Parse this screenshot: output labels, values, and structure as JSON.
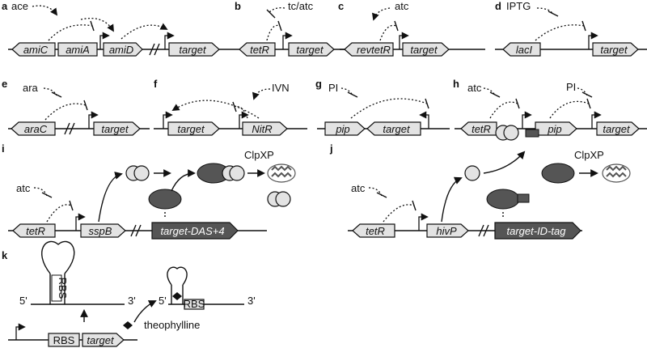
{
  "panels": [
    "a",
    "b",
    "c",
    "d",
    "e",
    "f",
    "g",
    "h",
    "i",
    "j",
    "k"
  ],
  "a": {
    "inducer": "ace",
    "genes": [
      "amiC",
      "amiA",
      "amiD",
      "target"
    ]
  },
  "b": {
    "inducer": "tc/atc",
    "genes": [
      "tetR",
      "target"
    ]
  },
  "c": {
    "inducer": "atc",
    "genes": [
      "revtetR",
      "target"
    ]
  },
  "d": {
    "inducer": "IPTG",
    "genes": [
      "lacI",
      "target"
    ]
  },
  "e": {
    "inducer": "ara",
    "genes": [
      "araC",
      "target"
    ]
  },
  "f": {
    "inducer": "IVN",
    "genes": [
      "target",
      "NitR"
    ]
  },
  "g": {
    "inducer": "PI",
    "genes": [
      "pip",
      "target"
    ]
  },
  "h": {
    "inducers": [
      "atc",
      "PI"
    ],
    "genes": [
      "tetR",
      "pip",
      "target"
    ]
  },
  "i": {
    "inducer": "atc",
    "genes": [
      "tetR",
      "sspB",
      "target-DAS+4"
    ],
    "protease": "ClpXP"
  },
  "j": {
    "inducer": "atc",
    "genes": [
      "tetR",
      "hivP",
      "target-ID-tag"
    ],
    "protease": "ClpXP"
  },
  "k": {
    "rbs": "RBS",
    "gene": "target",
    "ligand": "theophylline",
    "five": "5'",
    "three": "3'"
  }
}
